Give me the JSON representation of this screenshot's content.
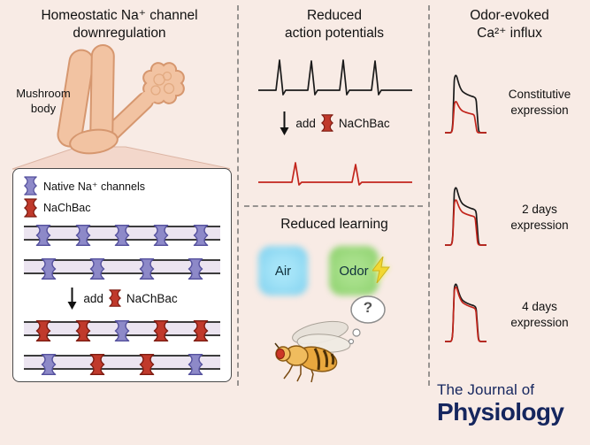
{
  "left_panel": {
    "title_line1": "Homeostatic Na⁺ channel",
    "title_line2": "downregulation",
    "mushroom_label_line1": "Mushroom",
    "mushroom_label_line2": "body",
    "legend_native": "Native Na⁺ channels",
    "legend_nachbac": "NaChBac",
    "add_label": "add",
    "add_channel_label": "NaChBac",
    "membrane_rows": [
      [
        "native",
        "native",
        "native",
        "native",
        "native"
      ],
      [
        "native",
        "native",
        "native",
        "native"
      ],
      [
        "nachbac",
        "nachbac",
        "native",
        "nachbac",
        "nachbac"
      ],
      [
        "native",
        "nachbac",
        "nachbac",
        "native"
      ]
    ]
  },
  "ap_panel": {
    "title_line1": "Reduced",
    "title_line2": "action potentials",
    "add_label": "add",
    "add_channel_label": "NaChBac"
  },
  "learning_panel": {
    "title": "Reduced learning",
    "air_label": "Air",
    "odor_label": "Odor",
    "thought_text": "?"
  },
  "calcium_panel": {
    "title_line1": "Odor-evoked",
    "title_line2": "Ca²⁺ influx",
    "traces": [
      {
        "line1": "Constitutive",
        "line2": "expression"
      },
      {
        "line1": "2 days",
        "line2": "expression"
      },
      {
        "line1": "4 days",
        "line2": "expression"
      }
    ]
  },
  "logo": {
    "line1": "The Journal of",
    "line2": "Physiology"
  },
  "colors": {
    "background": "#f8ebe5",
    "native_channel": "#8d89c8",
    "native_channel_stroke": "#55519e",
    "nachbac_channel": "#c0392b",
    "nachbac_channel_stroke": "#7e1c12",
    "trace_black": "#1a1a1a",
    "trace_red": "#c2251c",
    "air_blue": "#8edcf2",
    "odor_green": "#97d77b",
    "logo_navy": "#15265e",
    "mushroom_body": "#f2c3a2"
  }
}
